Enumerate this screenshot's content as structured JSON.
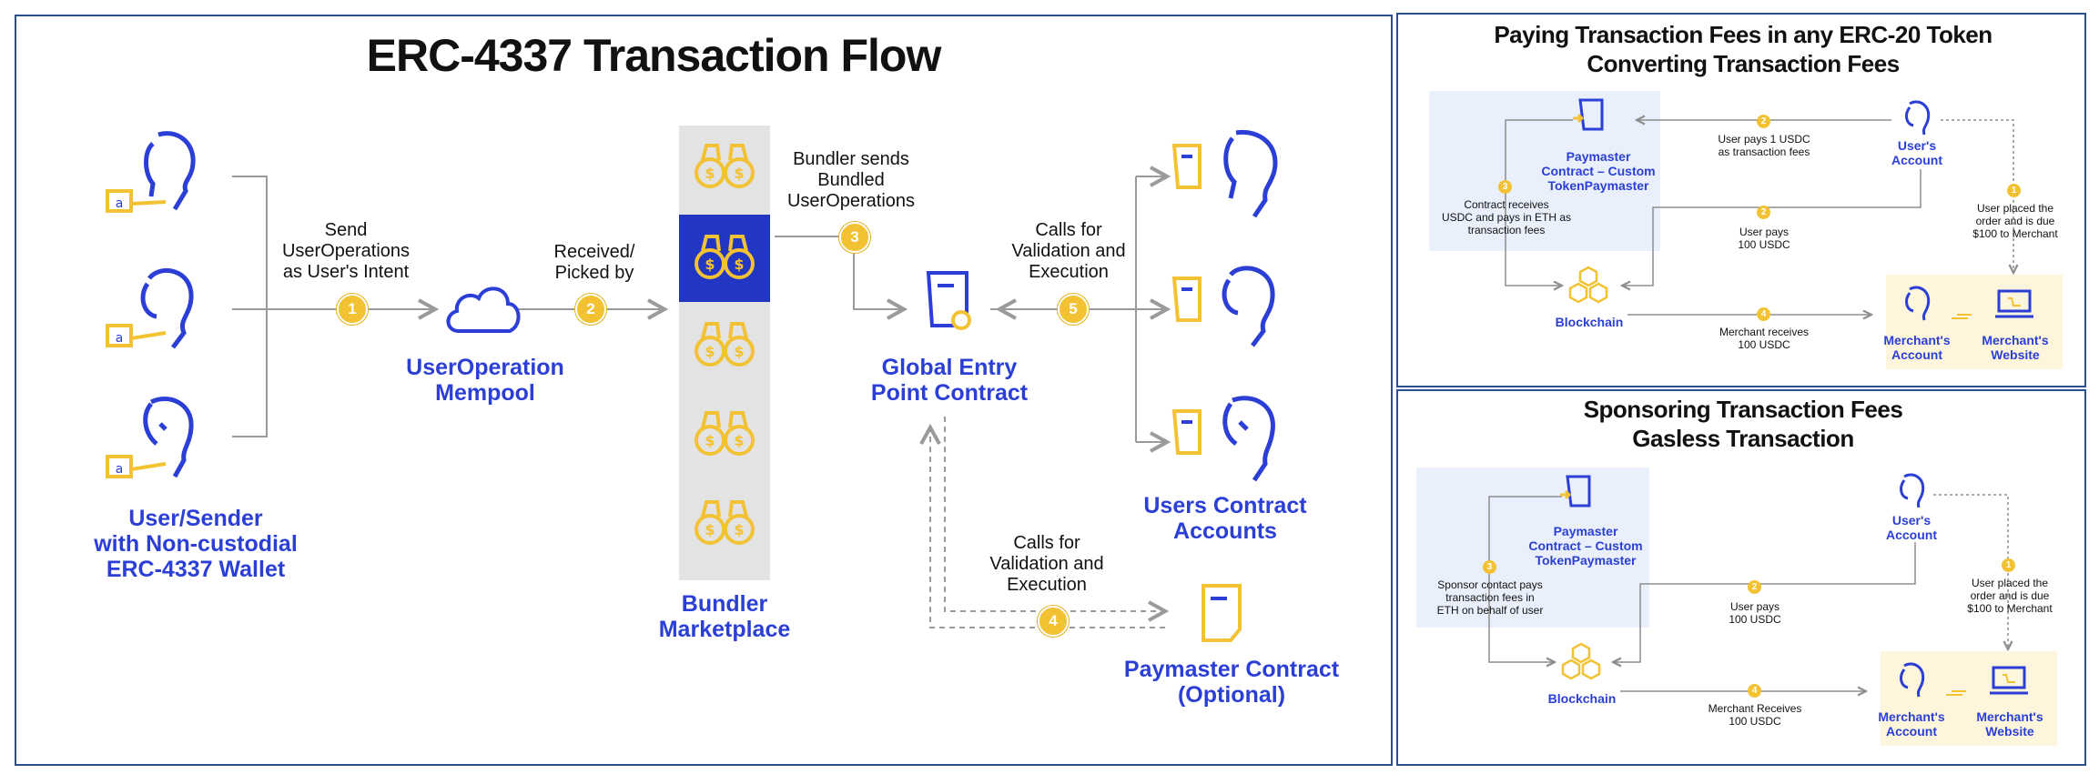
{
  "main": {
    "title": "ERC-4337 Transaction Flow",
    "users_label": [
      "User/Sender",
      "with Non-custodial",
      "ERC-4337 Wallet"
    ],
    "send_label": [
      "Send",
      "UserOperations",
      "as User's Intent"
    ],
    "received_label": [
      "Received/",
      "Picked by"
    ],
    "mempool_label": [
      "UserOperation",
      "Mempool"
    ],
    "bundler_sends_label": [
      "Bundler sends",
      "Bundled",
      "UserOperations"
    ],
    "bundler_label": [
      "Bundler",
      "Marketplace"
    ],
    "calls_label_top": [
      "Calls for",
      "Validation and",
      "Execution"
    ],
    "calls_label_bottom": [
      "Calls for",
      "Validation and",
      "Execution"
    ],
    "entry_label": [
      "Global Entry",
      "Point Contract"
    ],
    "users_contract_label": [
      "Users Contract",
      "Accounts"
    ],
    "paymaster_label": [
      "Paymaster Contract",
      "(Optional)"
    ],
    "steps": [
      "1",
      "2",
      "3",
      "4",
      "5"
    ]
  },
  "top_right": {
    "title_line1": "Paying Transaction Fees in any ERC-20 Token",
    "title_line2": "Converting Transaction Fees",
    "paymaster": [
      "Paymaster",
      "Contract – Custom",
      "TokenPaymaster"
    ],
    "user_account": [
      "User's",
      "Account"
    ],
    "blockchain": "Blockchain",
    "merchant_account": [
      "Merchant's",
      "Account"
    ],
    "merchant_website": [
      "Merchant's",
      "Website"
    ],
    "note_1": [
      "User placed the",
      "order and is due",
      "$100 to Merchant"
    ],
    "note_2a": [
      "User pays 1 USDC",
      "as transaction fees"
    ],
    "note_2b": [
      "User pays",
      "100 USDC"
    ],
    "note_3": [
      "Contract receives",
      "USDC and pays in ETH as",
      "transaction fees"
    ],
    "note_4": [
      "Merchant receives",
      "100 USDC"
    ],
    "steps": [
      "1",
      "2",
      "2",
      "3",
      "4"
    ]
  },
  "bottom_right": {
    "title_line1": "Sponsoring Transaction Fees",
    "title_line2": "Gasless Transaction",
    "paymaster": [
      "Paymaster",
      "Contract – Custom",
      "TokenPaymaster"
    ],
    "user_account": [
      "User's",
      "Account"
    ],
    "blockchain": "Blockchain",
    "merchant_account": [
      "Merchant's",
      "Account"
    ],
    "merchant_website": [
      "Merchant's",
      "Website"
    ],
    "note_1": [
      "User placed the",
      "order and is due",
      "$100 to Merchant"
    ],
    "note_2": [
      "User pays",
      "100 USDC"
    ],
    "note_3": [
      "Sponsor contact pays",
      "transaction fees in",
      "ETH on behalf of user"
    ],
    "note_4": [
      "Merchant Receives",
      "100 USDC"
    ],
    "steps": [
      "1",
      "2",
      "3",
      "4"
    ]
  },
  "colors": {
    "blue": "#2b3fd6",
    "yellow": "#f2c233",
    "panel_border": "#2a4f8f",
    "highlight": "#eaf0fb"
  }
}
